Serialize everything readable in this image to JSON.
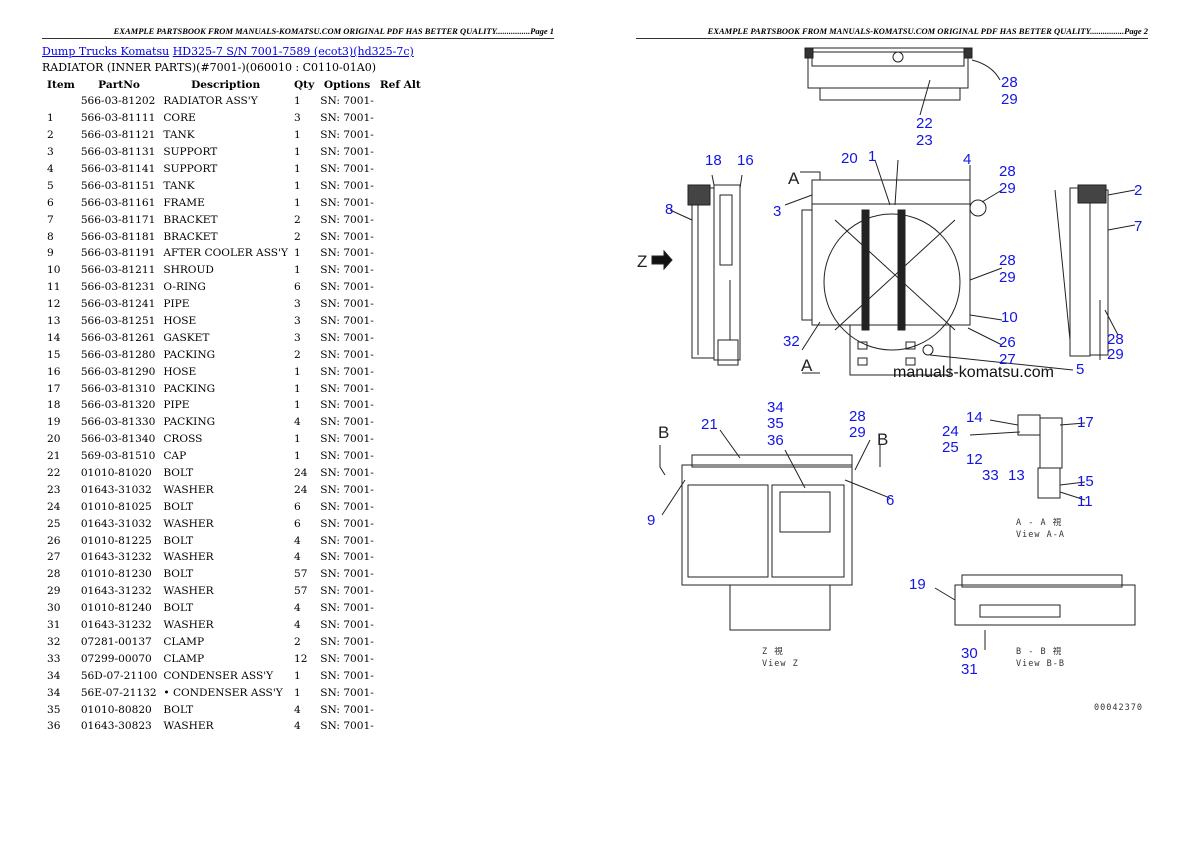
{
  "page1_header": "EXAMPLE PARTSBOOK FROM MANUALS-KOMATSU.COM ORIGINAL PDF HAS BETTER QUALITY................Page 1",
  "page2_header": "EXAMPLE PARTSBOOK FROM MANUALS-KOMATSU.COM ORIGINAL PDF HAS BETTER QUALITY................Page 2",
  "breadcrumb": {
    "link1": "Dump Trucks Komatsu",
    "link2": "HD325-7 S/N 7001-7589 (ecot3)(hd325-7c)"
  },
  "subtitle": "RADIATOR (INNER PARTS)(#7001-)(060010 : C0110-01A0)",
  "columns": [
    "Item",
    "PartNo",
    "Description",
    "Qty",
    "Options",
    "Ref Alt"
  ],
  "rows": [
    [
      "",
      "566-03-81202",
      "RADIATOR ASS'Y",
      "1",
      "SN: 7001-"
    ],
    [
      "1",
      "566-03-81111",
      "CORE",
      "3",
      "SN: 7001-"
    ],
    [
      "2",
      "566-03-81121",
      "TANK",
      "1",
      "SN: 7001-"
    ],
    [
      "3",
      "566-03-81131",
      "SUPPORT",
      "1",
      "SN: 7001-"
    ],
    [
      "4",
      "566-03-81141",
      "SUPPORT",
      "1",
      "SN: 7001-"
    ],
    [
      "5",
      "566-03-81151",
      "TANK",
      "1",
      "SN: 7001-"
    ],
    [
      "6",
      "566-03-81161",
      "FRAME",
      "1",
      "SN: 7001-"
    ],
    [
      "7",
      "566-03-81171",
      "BRACKET",
      "2",
      "SN: 7001-"
    ],
    [
      "8",
      "566-03-81181",
      "BRACKET",
      "2",
      "SN: 7001-"
    ],
    [
      "9",
      "566-03-81191",
      "AFTER COOLER ASS'Y",
      "1",
      "SN: 7001-"
    ],
    [
      "10",
      "566-03-81211",
      "SHROUD",
      "1",
      "SN: 7001-"
    ],
    [
      "11",
      "566-03-81231",
      "O-RING",
      "6",
      "SN: 7001-"
    ],
    [
      "12",
      "566-03-81241",
      "PIPE",
      "3",
      "SN: 7001-"
    ],
    [
      "13",
      "566-03-81251",
      "HOSE",
      "3",
      "SN: 7001-"
    ],
    [
      "14",
      "566-03-81261",
      "GASKET",
      "3",
      "SN: 7001-"
    ],
    [
      "15",
      "566-03-81280",
      "PACKING",
      "2",
      "SN: 7001-"
    ],
    [
      "16",
      "566-03-81290",
      "HOSE",
      "1",
      "SN: 7001-"
    ],
    [
      "17",
      "566-03-81310",
      "PACKING",
      "1",
      "SN: 7001-"
    ],
    [
      "18",
      "566-03-81320",
      "PIPE",
      "1",
      "SN: 7001-"
    ],
    [
      "19",
      "566-03-81330",
      "PACKING",
      "4",
      "SN: 7001-"
    ],
    [
      "20",
      "566-03-81340",
      "CROSS",
      "1",
      "SN: 7001-"
    ],
    [
      "21",
      "569-03-81510",
      "CAP",
      "1",
      "SN: 7001-"
    ],
    [
      "22",
      "01010-81020",
      "BOLT",
      "24",
      "SN: 7001-"
    ],
    [
      "23",
      "01643-31032",
      "WASHER",
      "24",
      "SN: 7001-"
    ],
    [
      "24",
      "01010-81025",
      "BOLT",
      "6",
      "SN: 7001-"
    ],
    [
      "25",
      "01643-31032",
      "WASHER",
      "6",
      "SN: 7001-"
    ],
    [
      "26",
      "01010-81225",
      "BOLT",
      "4",
      "SN: 7001-"
    ],
    [
      "27",
      "01643-31232",
      "WASHER",
      "4",
      "SN: 7001-"
    ],
    [
      "28",
      "01010-81230",
      "BOLT",
      "57",
      "SN: 7001-"
    ],
    [
      "29",
      "01643-31232",
      "WASHER",
      "57",
      "SN: 7001-"
    ],
    [
      "30",
      "01010-81240",
      "BOLT",
      "4",
      "SN: 7001-"
    ],
    [
      "31",
      "01643-31232",
      "WASHER",
      "4",
      "SN: 7001-"
    ],
    [
      "32",
      "07281-00137",
      "CLAMP",
      "2",
      "SN: 7001-"
    ],
    [
      "33",
      "07299-00070",
      "CLAMP",
      "12",
      "SN: 7001-"
    ],
    [
      "34",
      "56D-07-21100",
      "CONDENSER ASS'Y",
      "1",
      "SN: 7001-"
    ],
    [
      "34",
      "56E-07-21132",
      "• CONDENSER ASS'Y",
      "1",
      "SN: 7001-"
    ],
    [
      "35",
      "01010-80820",
      "BOLT",
      "4",
      "SN: 7001-"
    ],
    [
      "36",
      "01643-30823",
      "WASHER",
      "4",
      "SN: 7001-"
    ]
  ],
  "diagram": {
    "callouts": [
      "28",
      "29",
      "22",
      "23",
      "18",
      "16",
      "8",
      "20",
      "1",
      "4",
      "28",
      "29",
      "3",
      "28",
      "29",
      "10",
      "26",
      "27",
      "5",
      "32",
      "2",
      "7",
      "28",
      "29",
      "34",
      "35",
      "36",
      "21",
      "28",
      "29",
      "6",
      "9",
      "14",
      "17",
      "24",
      "25",
      "12",
      "33",
      "13",
      "15",
      "11",
      "19",
      "30",
      "31"
    ],
    "section_marks": [
      "A",
      "A",
      "Z",
      "B",
      "B"
    ],
    "view_labels": [
      "A - A  視",
      "View A-A",
      "B - B  視",
      "View B-B",
      "Z  視",
      "View Z"
    ],
    "watermark": "manuals-komatsu.com",
    "drawing_number": "00042370"
  }
}
